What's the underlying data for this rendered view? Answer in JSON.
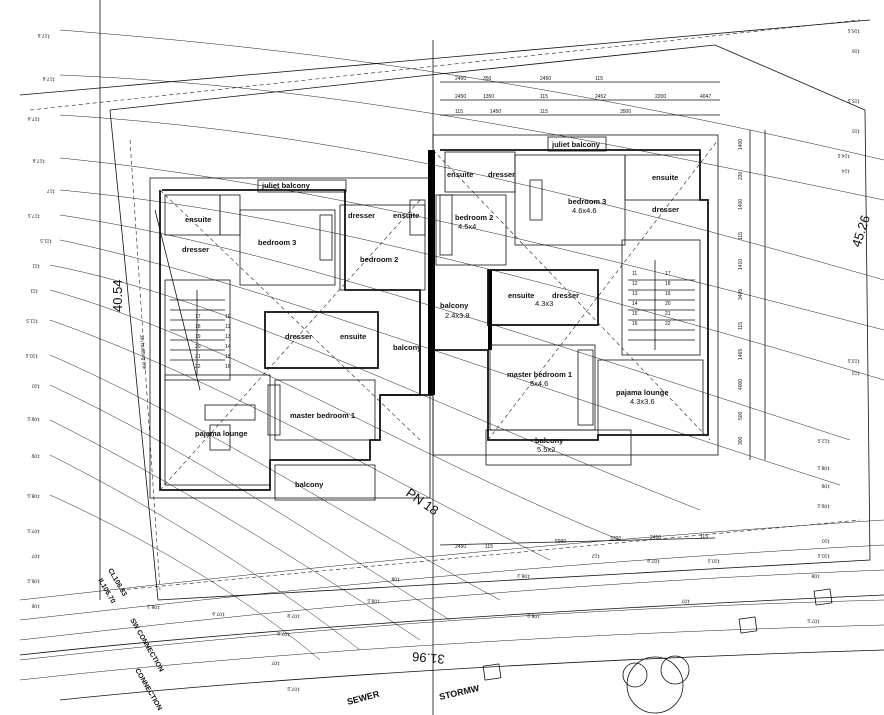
{
  "plan": {
    "dimensions": {
      "site_depth": "40.54",
      "site_width_right": "45.26",
      "frontage": "31.96"
    },
    "road": {
      "name": "PN 18",
      "street_sewer": "SEWER",
      "street_storm": "STORMW",
      "sewer_connection": "SW CONNECTION",
      "stormwater_connection": "CONNECTION",
      "connection_level_1": "CL106.83",
      "connection_level_2": "IL106.70"
    },
    "building_line": "3m building line",
    "house_a": {
      "rooms": [
        {
          "key": "juliet",
          "label": "juliet balcony"
        },
        {
          "key": "ensuite1",
          "label": "ensuite"
        },
        {
          "key": "dresser1",
          "label": "dresser"
        },
        {
          "key": "bedroom3",
          "label": "bedroom 3"
        },
        {
          "key": "dresser2",
          "label": "dresser"
        },
        {
          "key": "ensuite2",
          "label": "ensuite"
        },
        {
          "key": "bedroom2",
          "label": "bedroom 2"
        },
        {
          "key": "dresser3",
          "label": "dresser"
        },
        {
          "key": "ensuite3",
          "label": "ensuite"
        },
        {
          "key": "balcony1",
          "label": "balcony"
        },
        {
          "key": "master",
          "label": "master bedroom 1"
        },
        {
          "key": "lounge",
          "label": "pajama lounge"
        },
        {
          "key": "balcony2",
          "label": "balcony"
        }
      ]
    },
    "house_b": {
      "rooms": [
        {
          "key": "juliet",
          "label": "juliet balcony"
        },
        {
          "key": "ensuite1",
          "label": "ensuite"
        },
        {
          "key": "dresser1",
          "label": "dresser"
        },
        {
          "key": "bedroom3",
          "label": "bedroom 3",
          "size": "4.6x4.6"
        },
        {
          "key": "ensuite2",
          "label": "ensuite"
        },
        {
          "key": "dresser2",
          "label": "dresser"
        },
        {
          "key": "bedroom2",
          "label": "bedroom 2",
          "size": "4.5x4"
        },
        {
          "key": "balcony",
          "label": "balcony",
          "size": "2.4x3.9"
        },
        {
          "key": "ensuite3",
          "label": "ensuite"
        },
        {
          "key": "dresser3",
          "label": "dresser",
          "size": "4.3x3"
        },
        {
          "key": "master",
          "label": "master bedroom 1",
          "size": "5x4.6"
        },
        {
          "key": "lounge",
          "label": "pajama lounge",
          "size": "4.3x3.6"
        },
        {
          "key": "balcony2",
          "label": "balcony",
          "size": "5.5x2"
        }
      ]
    },
    "stair_numbers_a": [
      "11",
      "12",
      "13",
      "14",
      "15",
      "16",
      "17",
      "18",
      "19",
      "20",
      "21",
      "22"
    ],
    "stair_numbers_b": [
      "11",
      "12",
      "13",
      "14",
      "15",
      "16",
      "17",
      "18",
      "19",
      "20",
      "21",
      "22"
    ],
    "dimension_strings_top": [
      "2450",
      "350",
      "2450",
      "115",
      "2450",
      "1350",
      "115",
      "2452",
      "2200",
      "4047",
      "115",
      "1450",
      "115",
      "3500"
    ],
    "dimension_strings_bottom": [
      "2450",
      "115",
      "5990",
      "3700",
      "2450",
      "115"
    ],
    "dimension_strings_side": [
      "1400",
      "230",
      "1400",
      "115",
      "1410",
      "3405",
      "115",
      "1465",
      "4000",
      "500",
      "300"
    ],
    "contours": [
      "117.6",
      "117.6",
      "117.6",
      "117.6",
      "117",
      "117.5",
      "111.5",
      "111",
      "111",
      "111.5",
      "110.5",
      "110",
      "109.5",
      "109",
      "108.5",
      "107.5",
      "107",
      "106.5",
      "106",
      "107.8",
      "107.9",
      "108.3",
      "108.5",
      "108",
      "108.8",
      "107.9",
      "107",
      "107.5",
      "108.3",
      "107.9",
      "110.5",
      "110",
      "109.5",
      "109",
      "108.5",
      "108",
      "107.5",
      "107",
      "110.5",
      "112",
      "112.5",
      "113",
      "113.5",
      "114",
      "114.5",
      "115",
      "115.5",
      "116",
      "116.5"
    ]
  }
}
